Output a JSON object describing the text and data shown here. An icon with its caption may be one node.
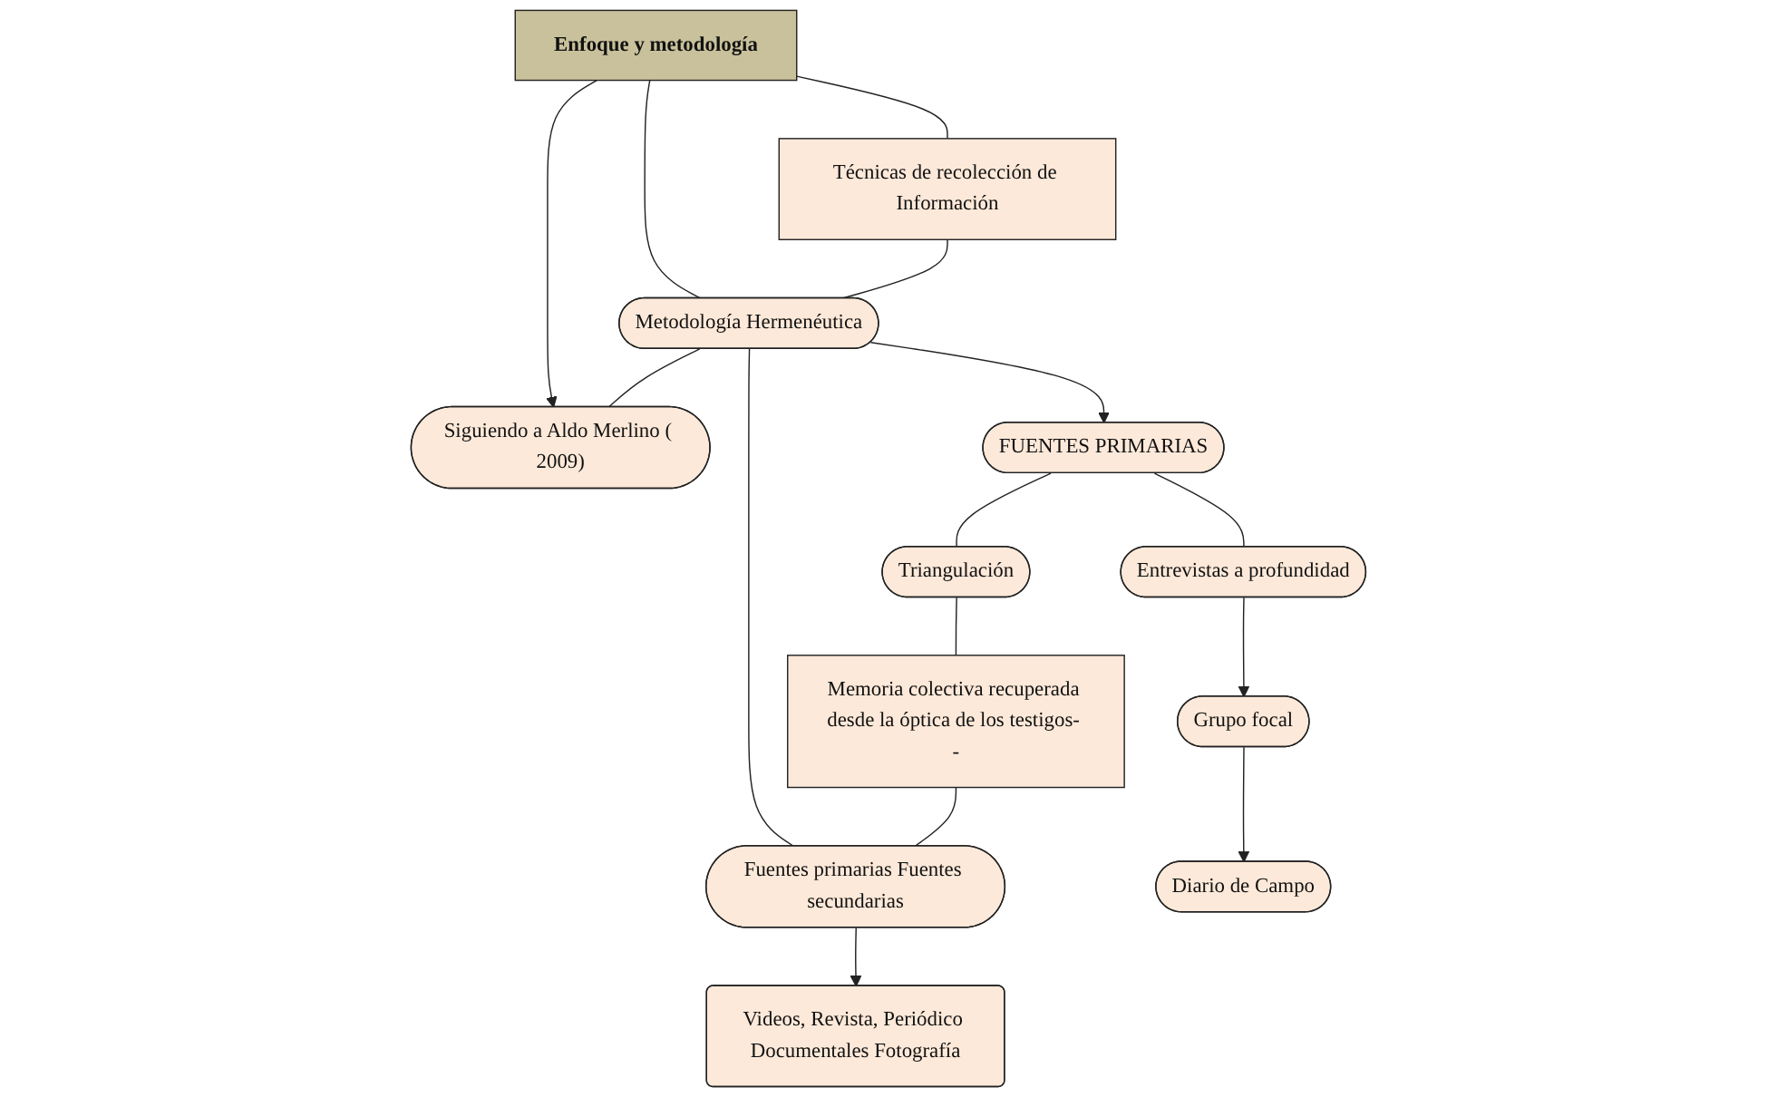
{
  "diagram": {
    "nodes": [
      {
        "text": [
          "Enfoque y metodología"
        ]
      },
      {
        "text": [
          "Técnicas de recolección de Información"
        ]
      },
      {
        "text": [
          "Metodología Hermenéutica"
        ]
      },
      {
        "text": [
          "Siguiendo a Aldo Merlino ( 2009)"
        ]
      },
      {
        "text": [
          "FUENTES PRIMARIAS"
        ]
      },
      {
        "text": [
          "Triangulación"
        ]
      },
      {
        "text": [
          "Fuentes primarias Fuentes secundarias"
        ]
      },
      {
        "text": [
          "Entrevistas a profundidad"
        ]
      },
      {
        "text": [
          "Memoria colectiva recuperada desde la óptica de los testigos- -"
        ]
      },
      {
        "text": [
          "Videos, Revista, Periódico Documentales Fotografía"
        ]
      },
      {
        "text": [
          "Grupo focal"
        ]
      },
      {
        "text": [
          "Diario de Campo"
        ]
      }
    ],
    "edges": [
      {
        "from": 0,
        "to": 1,
        "arrow": "none"
      },
      {
        "from": 0,
        "to": 2,
        "arrow": "none"
      },
      {
        "from": 0,
        "to": 3,
        "arrow": "to"
      },
      {
        "from": 1,
        "to": 2,
        "arrow": "none"
      },
      {
        "from": 2,
        "to": 3,
        "arrow": "none"
      },
      {
        "from": 2,
        "to": 4,
        "arrow": "to"
      },
      {
        "from": 2,
        "to": 6,
        "arrow": "none"
      },
      {
        "from": 4,
        "to": 5,
        "arrow": "none"
      },
      {
        "from": 4,
        "to": 7,
        "arrow": "none"
      },
      {
        "from": 5,
        "to": 8,
        "arrow": "none"
      },
      {
        "from": 8,
        "to": 6,
        "arrow": "none"
      },
      {
        "from": 6,
        "to": 9,
        "arrow": "to"
      },
      {
        "from": 7,
        "to": 10,
        "arrow": "to"
      },
      {
        "from": 10,
        "to": 11,
        "arrow": "to"
      }
    ]
  }
}
